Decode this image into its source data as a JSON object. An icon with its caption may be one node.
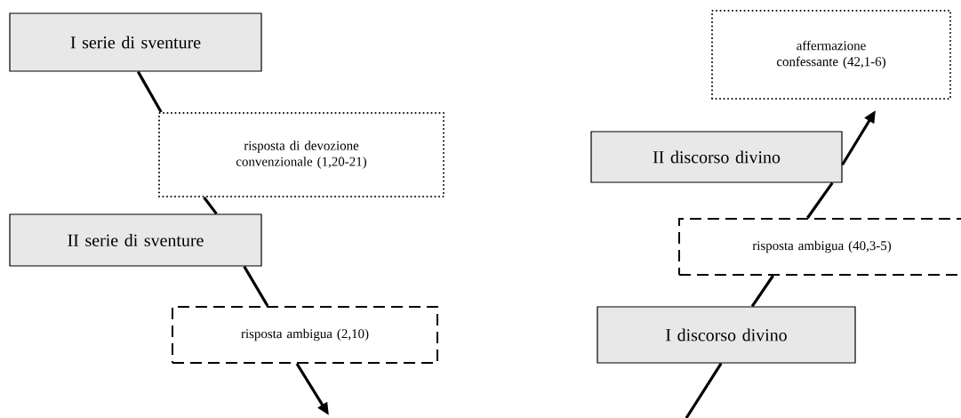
{
  "diagram": {
    "nodes": [
      {
        "text": [
          "I serie di sventure"
        ]
      },
      {
        "text": [
          "risposta di devozione convenzionale (1,20-21)"
        ]
      },
      {
        "text": [
          "II serie di sventure"
        ]
      },
      {
        "text": [
          "risposta ambigua (2,10)"
        ]
      },
      {
        "text": [
          "affermazione confessante (42,1-6)"
        ]
      },
      {
        "text": [
          "II discorso divino"
        ]
      },
      {
        "text": [
          "risposta ambigua (40,3-5)"
        ]
      },
      {
        "text": [
          "I discorso divino"
        ]
      }
    ],
    "edges": [
      {
        "from": 0,
        "to": 1,
        "arrow": "none"
      },
      {
        "from": 1,
        "to": 2,
        "arrow": "none"
      },
      {
        "from": 2,
        "to": 3,
        "arrow": "none"
      },
      {
        "from": 3,
        "to": null,
        "arrow": "to"
      },
      {
        "from": null,
        "to": 7,
        "arrow": "none"
      },
      {
        "from": 7,
        "to": 6,
        "arrow": "none"
      },
      {
        "from": 6,
        "to": 5,
        "arrow": "none"
      },
      {
        "from": 5,
        "to": 4,
        "arrow": "to"
      }
    ]
  }
}
